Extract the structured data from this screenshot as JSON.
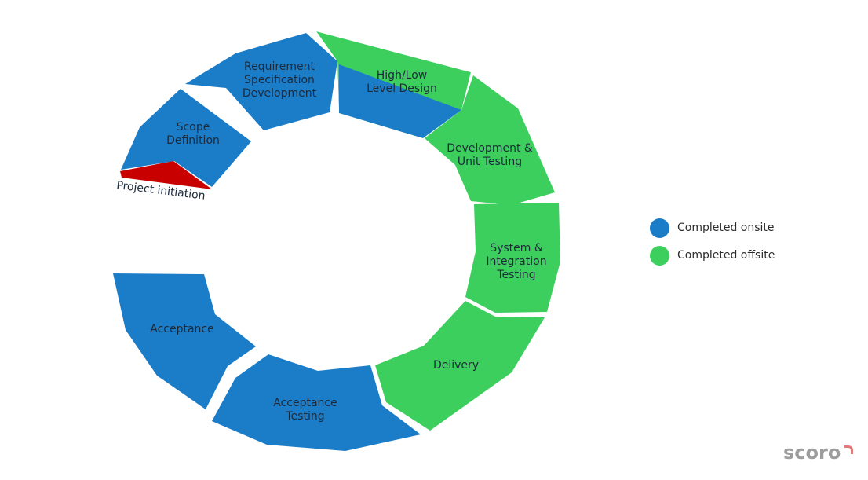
{
  "colors": {
    "onsite": "#1b7cc8",
    "offsite": "#3dcf5e",
    "initiation": "#c90000"
  },
  "segments": [
    {
      "name": "scope-definition",
      "lines": [
        "Scope",
        "Definition"
      ],
      "color": "onsite"
    },
    {
      "name": "requirement-specification-development",
      "lines": [
        "Requirement",
        "Specification",
        "Development"
      ],
      "color": "onsite"
    },
    {
      "name": "high-low-level-design",
      "lines": [
        "High/Low",
        "Level Design"
      ],
      "color": "onsite+offsite"
    },
    {
      "name": "development-unit-testing",
      "lines": [
        "Development &",
        "Unit Testing"
      ],
      "color": "offsite"
    },
    {
      "name": "system-integration-testing",
      "lines": [
        "System &",
        "Integration",
        "Testing"
      ],
      "color": "offsite"
    },
    {
      "name": "delivery",
      "lines": [
        "Delivery"
      ],
      "color": "offsite"
    },
    {
      "name": "acceptance-testing",
      "lines": [
        "Acceptance",
        "Testing"
      ],
      "color": "onsite"
    },
    {
      "name": "acceptance",
      "lines": [
        "Acceptance"
      ],
      "color": "onsite"
    }
  ],
  "project_initiation": {
    "label": "Project initiation",
    "color": "initiation"
  },
  "legend": [
    {
      "label": "Completed onsite",
      "color": "onsite"
    },
    {
      "label": "Completed offsite",
      "color": "offsite"
    }
  ],
  "brand": {
    "name": "scoro"
  }
}
